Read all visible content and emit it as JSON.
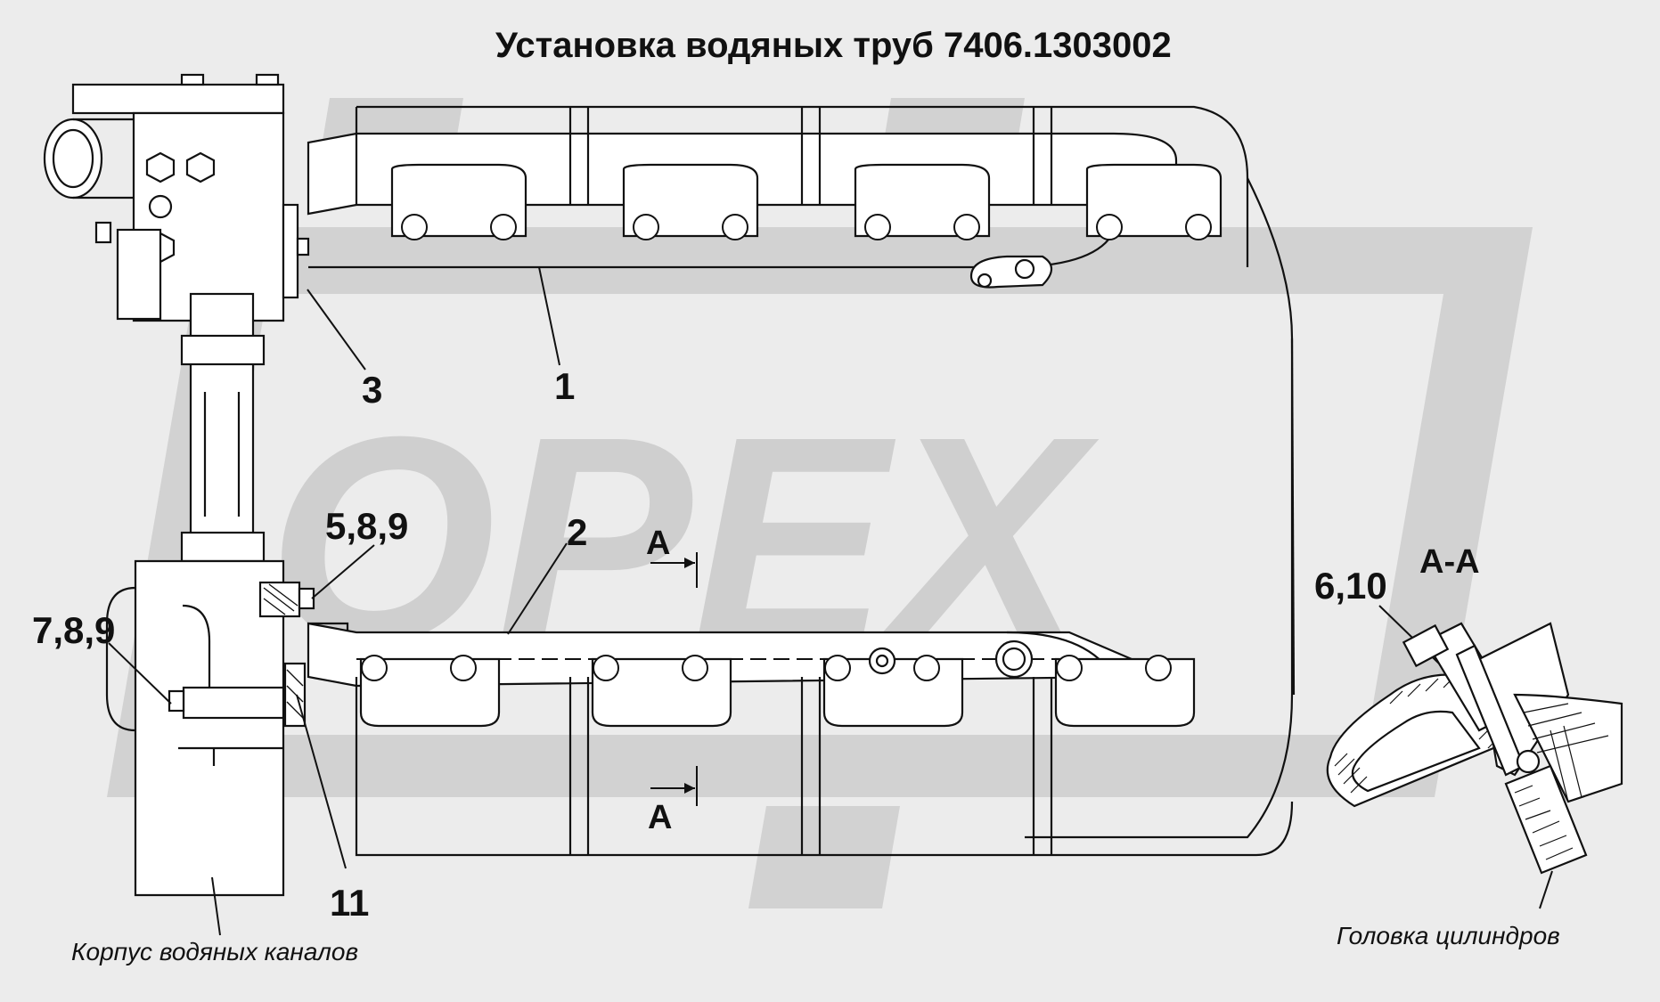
{
  "title": "Установка водяных труб 7406.1303002",
  "watermark": "OPEX",
  "callouts": {
    "c1": "1",
    "c2": "2",
    "c3": "3",
    "c589": "5,8,9",
    "c789": "7,8,9",
    "c11": "11",
    "c610": "6,10"
  },
  "section": {
    "title": "А-А",
    "marker_top": "А",
    "marker_bottom": "А"
  },
  "captions": {
    "water_channel_housing": "Корпус водяных каналов",
    "cylinder_head": "Головка цилиндров"
  },
  "colors": {
    "background": "#ececec",
    "line": "#111111",
    "watermark": "#d0d0d0"
  }
}
